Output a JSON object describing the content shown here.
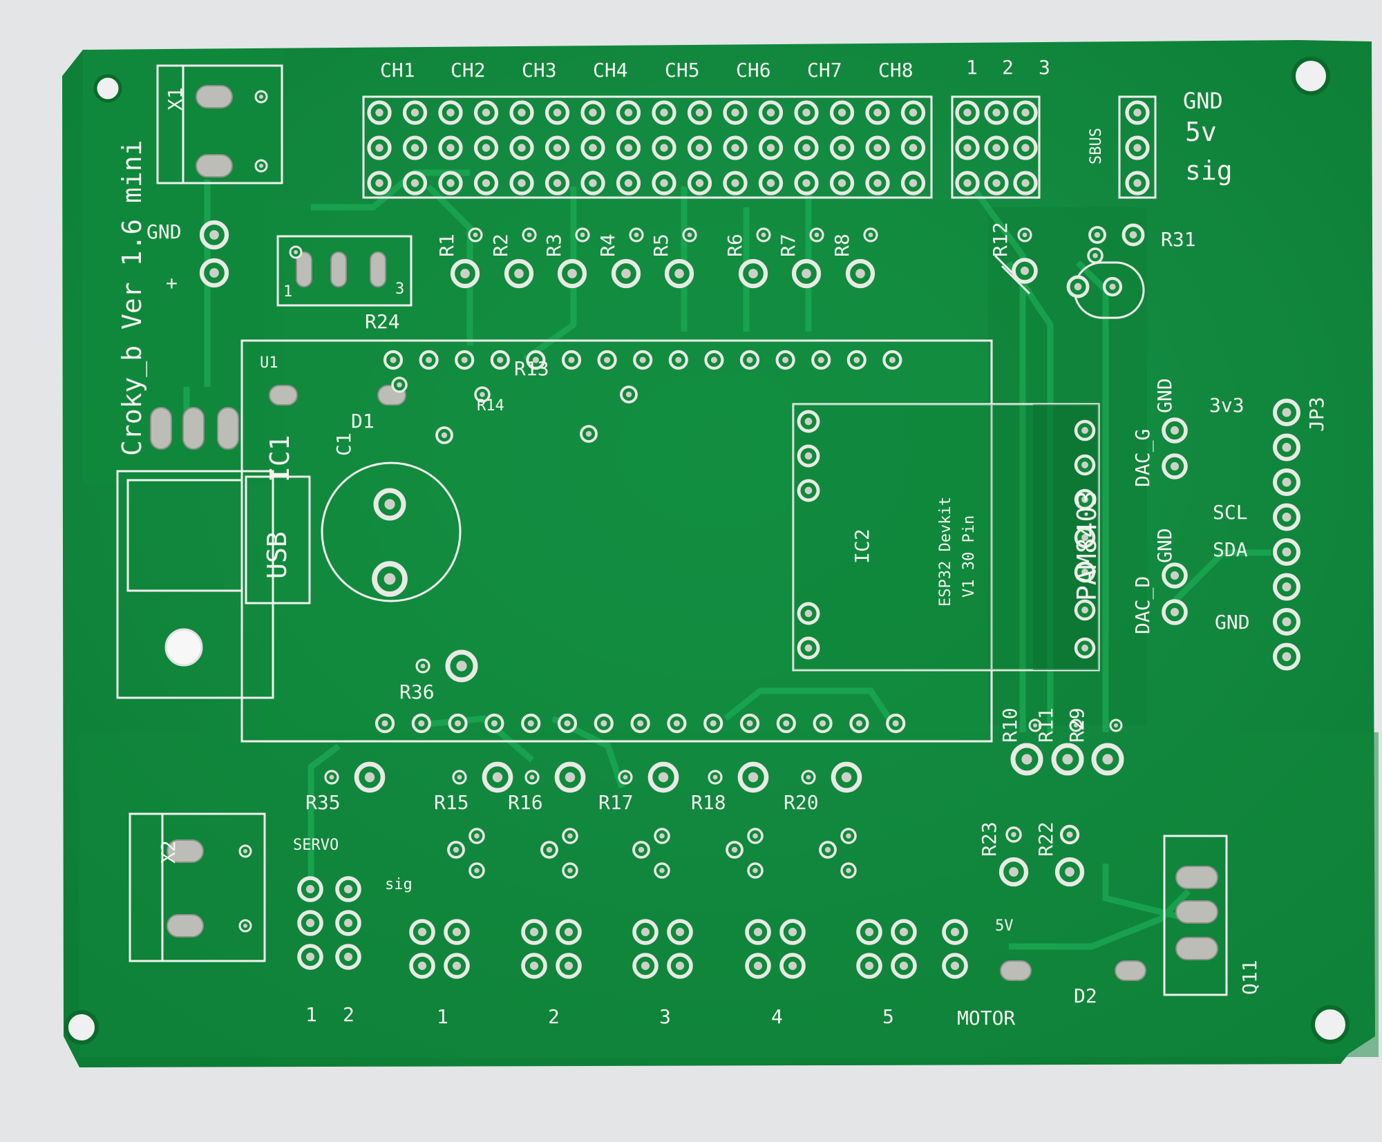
{
  "board": {
    "title": "Croky_b Ver 1.6 mini",
    "colors": {
      "board": "#0f8a3a",
      "copper": "#16a04a",
      "silk": "#f2f2ee",
      "pad": "#c9c9c4",
      "background": "#e4e5e7"
    }
  },
  "channels": [
    "CH1",
    "CH2",
    "CH3",
    "CH4",
    "CH5",
    "CH6",
    "CH7",
    "CH8"
  ],
  "aux_pins": [
    "1",
    "2",
    "3"
  ],
  "sbus": {
    "label": "SBUS",
    "pins": [
      "GND",
      "5v",
      "sig"
    ]
  },
  "power": {
    "x1": "X1",
    "x2": "X2",
    "gnd": "GND",
    "plus": "+"
  },
  "resistors_top": [
    "R1",
    "R2",
    "R3",
    "R4",
    "R5",
    "R6",
    "R7",
    "R8"
  ],
  "r12": "R12",
  "r31": "R31",
  "r24": "R24",
  "r24_pin1": "1",
  "r24_pin3": "3",
  "u1": "U1",
  "ic1": "IC1",
  "c1": "C1",
  "d1": "D1",
  "r13": "R13",
  "r14": "R14",
  "usb": "USB",
  "esp32": {
    "line1": "ESP32 Devkit",
    "line2": "V1 30 Pin",
    "ic2": "IC2"
  },
  "pam": "PAM8403",
  "dac": {
    "g": "DAC_G",
    "d": "DAC_D",
    "gnd_g": "GND",
    "gnd_d": "GND"
  },
  "jp3": {
    "name": "JP3",
    "v33": "3v3",
    "scl": "SCL",
    "sda": "SDA",
    "gnd": "GND"
  },
  "r36": "R36",
  "r35": "R35",
  "resistors_bottom": [
    "R15",
    "R16",
    "R17",
    "R18",
    "R20"
  ],
  "r10": "R10",
  "r11": "R11",
  "r29": "R29",
  "r23": "R23",
  "r22": "R22",
  "servo": {
    "label": "SERVO",
    "sig": "sig",
    "pins": [
      "1",
      "2"
    ]
  },
  "outputs": [
    "1",
    "2",
    "3",
    "4",
    "5"
  ],
  "motor": {
    "label": "MOTOR",
    "v5": "5V"
  },
  "d2": "D2",
  "q11": "Q11"
}
